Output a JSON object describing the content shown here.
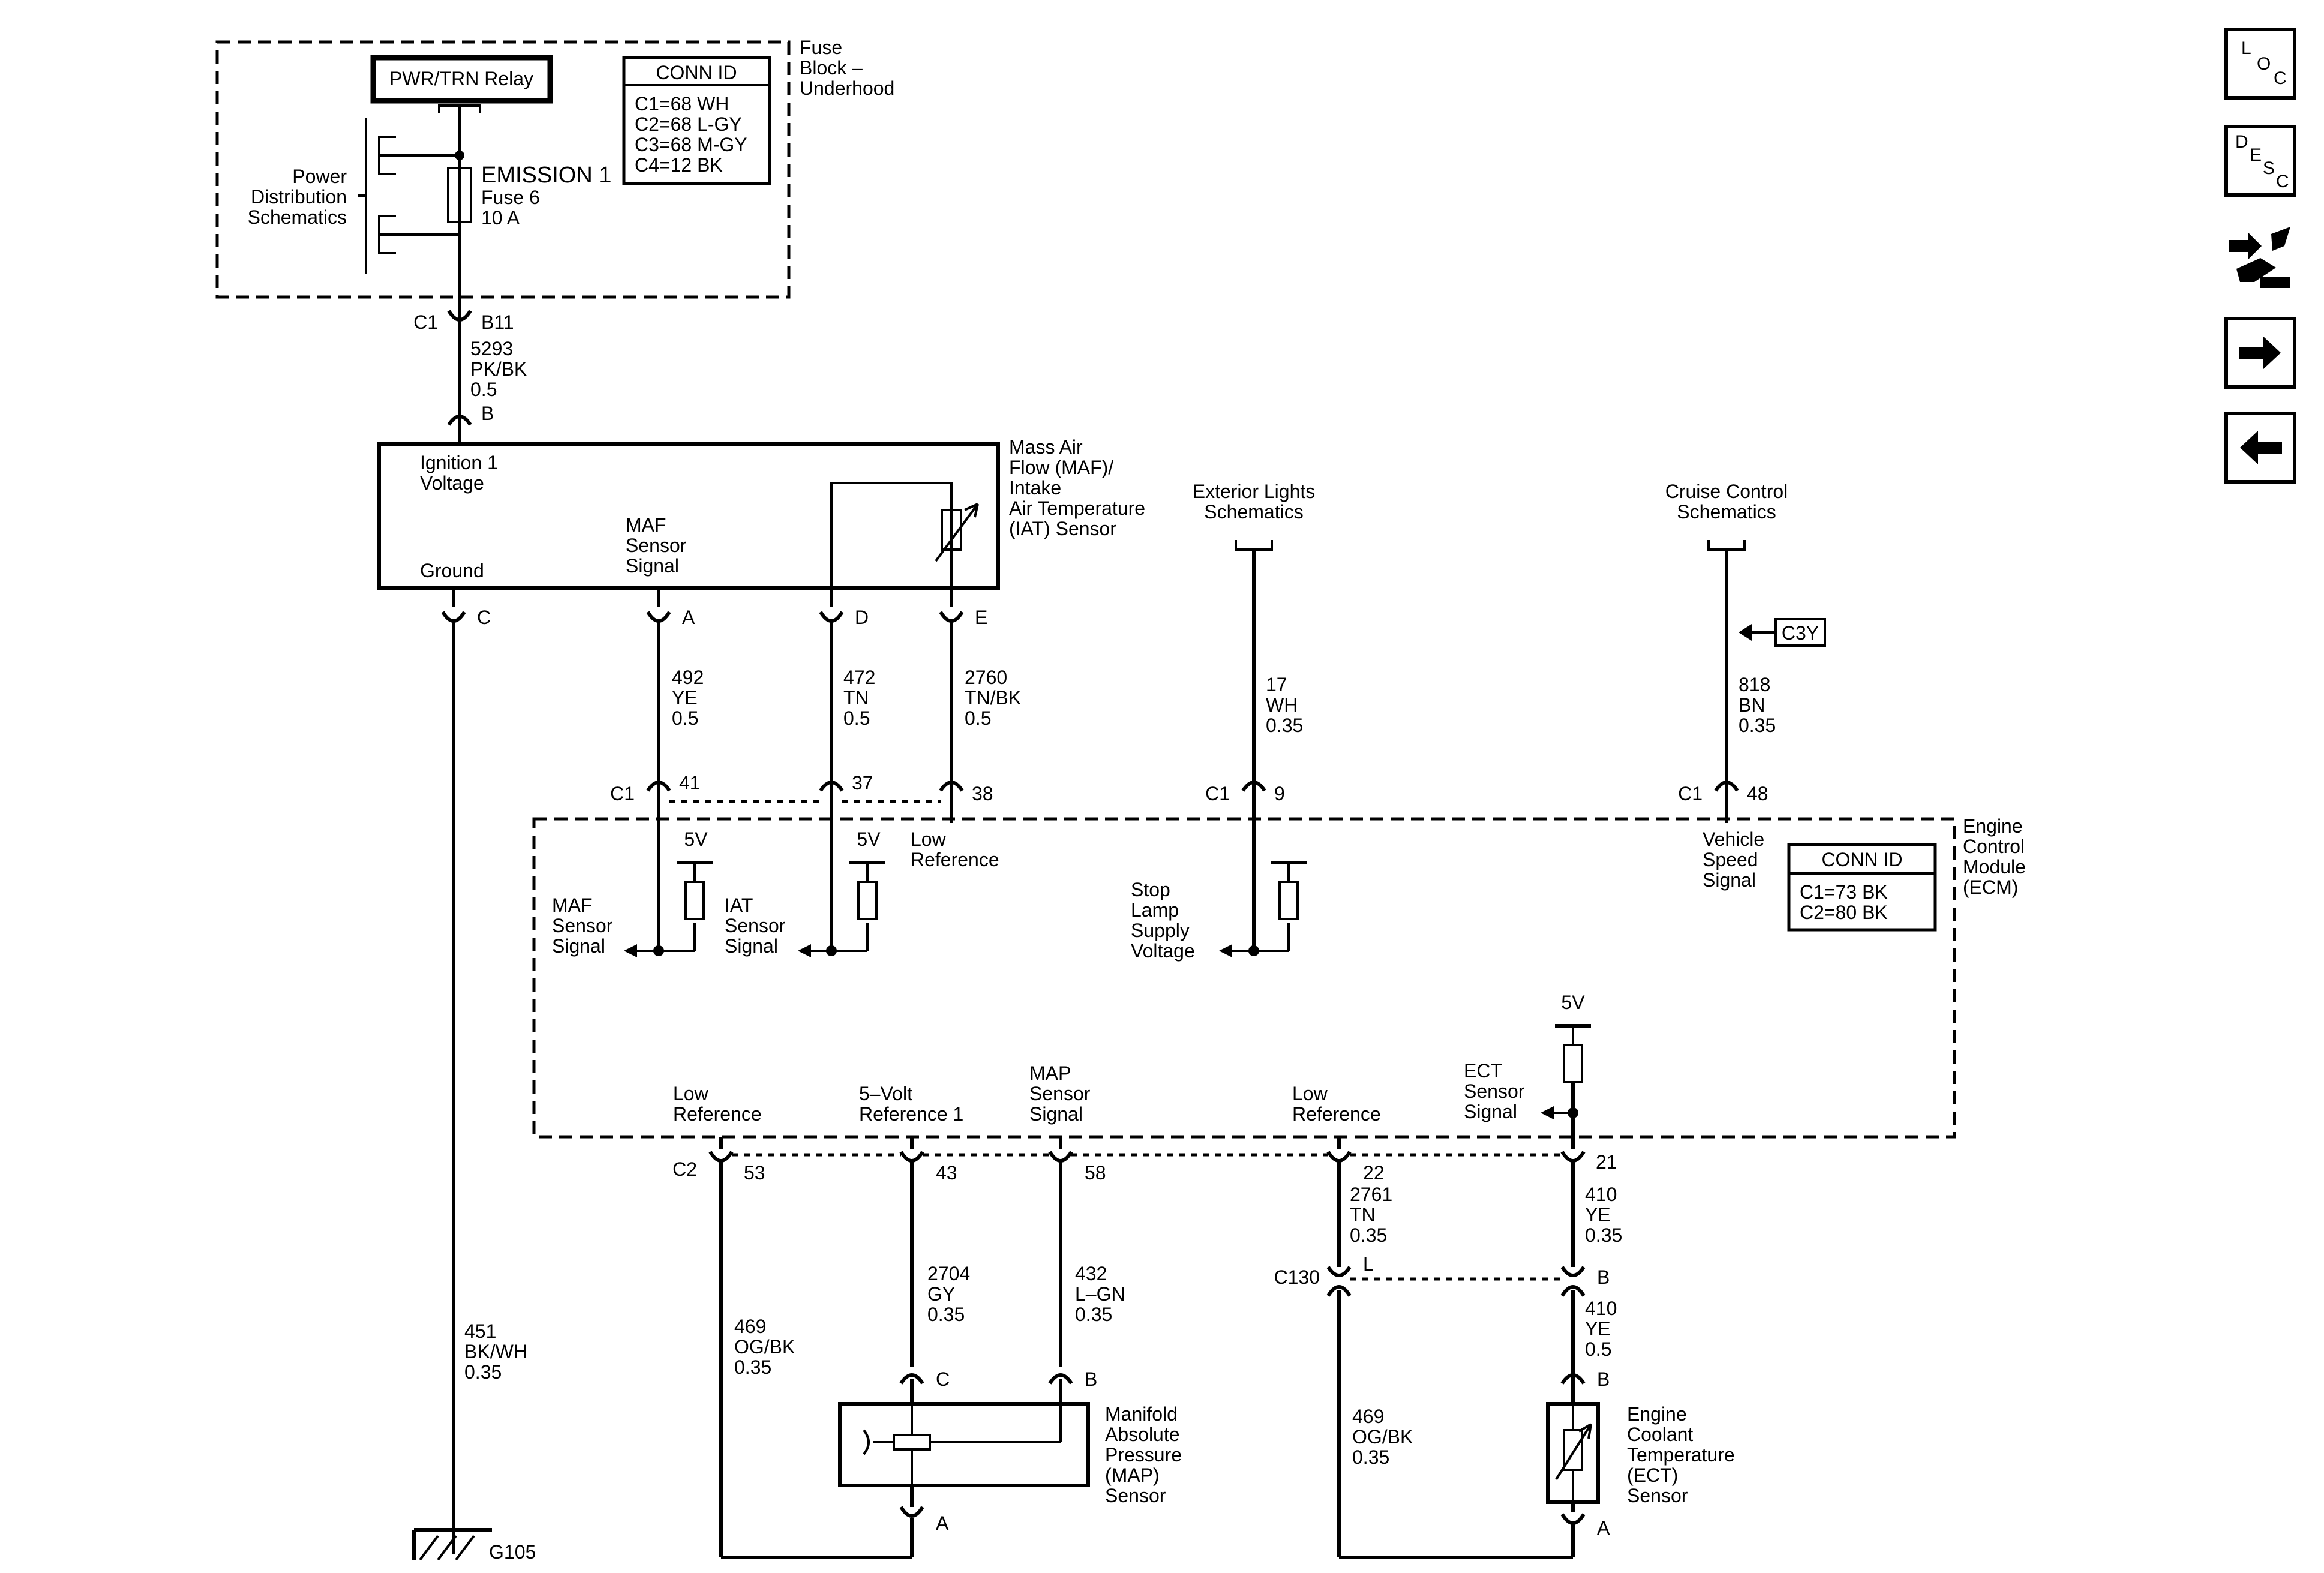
{
  "fuse_block": {
    "title_lines": [
      "Fuse",
      "Block –",
      "Underhood"
    ],
    "relay": "PWR/TRN Relay",
    "conn_id_title": "CONN ID",
    "conn_ids": [
      "C1=68 WH",
      "C2=68 L-GY",
      "C3=68 M-GY",
      "C4=12 BK"
    ],
    "power_distribution": [
      "Power",
      "Distribution",
      "Schematics"
    ],
    "fuse_name": "EMISSION 1",
    "fuse_number": "Fuse 6",
    "fuse_rating": "10 A"
  },
  "fuse_connector": {
    "conn": "C1",
    "pin": "B11"
  },
  "wire_5293": [
    "5293",
    "PK/BK",
    "0.5"
  ],
  "maf_sensor": {
    "name_lines": [
      "Mass Air",
      "Flow (MAF)/",
      "Intake",
      "Air Temperature",
      "(IAT) Sensor"
    ],
    "input_pin": "B",
    "ignition": [
      "Ignition 1",
      "Voltage"
    ],
    "ground": "Ground",
    "maf_signal": [
      "MAF",
      "Sensor",
      "Signal"
    ],
    "pins": [
      "C",
      "A",
      "D",
      "E"
    ]
  },
  "wire_492": [
    "492",
    "YE",
    "0.5"
  ],
  "wire_472": [
    "472",
    "TN",
    "0.5"
  ],
  "wire_2760": [
    "2760",
    "TN/BK",
    "0.5"
  ],
  "wire_451": [
    "451",
    "BK/WH",
    "0.35"
  ],
  "exterior_lights": [
    "Exterior Lights",
    "Schematics"
  ],
  "wire_17": [
    "17",
    "WH",
    "0.35"
  ],
  "cruise_control": [
    "Cruise Control",
    "Schematics"
  ],
  "c3y": "C3Y",
  "wire_818": [
    "818",
    "BN",
    "0.35"
  ],
  "ecm": {
    "name_lines": [
      "Engine",
      "Control",
      "Module",
      "(ECM)"
    ],
    "conn_id_title": "CONN ID",
    "conn_ids": [
      "C1=73 BK",
      "C2=80 BK"
    ],
    "c1": "C1",
    "c2": "C2",
    "pins_c1": [
      "41",
      "37",
      "38",
      "9",
      "48"
    ],
    "pins_c2": [
      "53",
      "43",
      "58",
      "22",
      "21"
    ],
    "five_v": "5V",
    "maf_signal": [
      "MAF",
      "Sensor",
      "Signal"
    ],
    "iat_signal": [
      "IAT",
      "Sensor",
      "Signal"
    ],
    "low_ref_top": [
      "Low",
      "Reference"
    ],
    "stop_lamp": [
      "Stop",
      "Lamp",
      "Supply",
      "Voltage"
    ],
    "vehicle_speed": [
      "Vehicle",
      "Speed",
      "Signal"
    ],
    "low_ref_1": [
      "Low",
      "Reference"
    ],
    "five_volt_ref": [
      "5–Volt",
      "Reference 1"
    ],
    "map_signal": [
      "MAP",
      "Sensor",
      "Signal"
    ],
    "low_ref_2": [
      "Low",
      "Reference"
    ],
    "ect_signal": [
      "ECT",
      "Sensor",
      "Signal"
    ]
  },
  "wire_469a": [
    "469",
    "OG/BK",
    "0.35"
  ],
  "wire_2704": [
    "2704",
    "GY",
    "0.35"
  ],
  "wire_432": [
    "432",
    "L–GN",
    "0.35"
  ],
  "wire_2761": [
    "2761",
    "TN",
    "0.35"
  ],
  "wire_410a": [
    "410",
    "YE",
    "0.35"
  ],
  "c130": {
    "name": "C130",
    "pin_l": "L",
    "pin_b": "B"
  },
  "wire_410b": [
    "410",
    "YE",
    "0.5"
  ],
  "wire_469b": [
    "469",
    "OG/BK",
    "0.35"
  ],
  "map_sensor": {
    "name_lines": [
      "Manifold",
      "Absolute",
      "Pressure",
      "(MAP)",
      "Sensor"
    ],
    "pins": [
      "C",
      "B",
      "A"
    ]
  },
  "ect_sensor": {
    "name_lines": [
      "Engine",
      "Coolant",
      "Temperature",
      "(ECT)",
      "Sensor"
    ],
    "pins": [
      "B",
      "A"
    ]
  },
  "ground": "G105",
  "nav": {
    "loc": [
      "L",
      "O",
      "C"
    ],
    "desc": [
      "D",
      "E",
      "S",
      "C"
    ],
    "diag_icon": "diagnostic-tools-icon",
    "next_icon": "arrow-right-icon",
    "prev_icon": "arrow-left-icon"
  }
}
